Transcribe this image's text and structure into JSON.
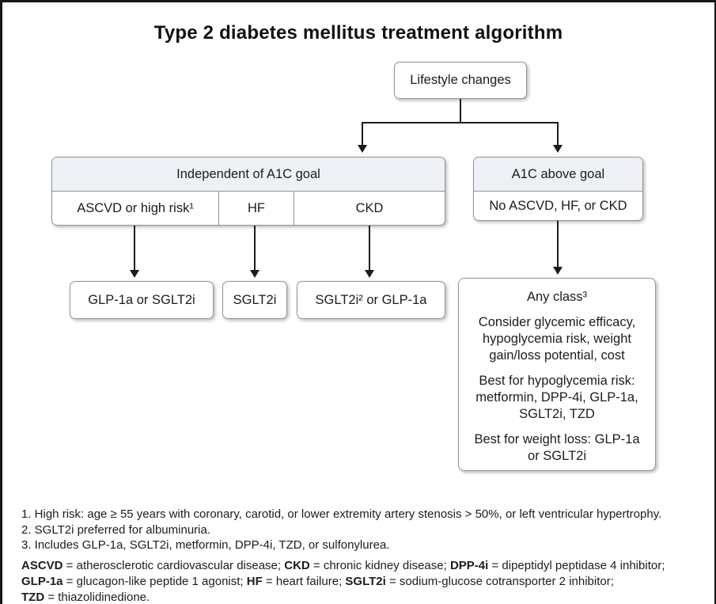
{
  "title": "Type 2 diabetes mellitus treatment algorithm",
  "flow": {
    "root_label": "Lifestyle changes",
    "independent": {
      "header": "Independent of A1C goal",
      "cells": [
        "ASCVD or high risk¹",
        "HF",
        "CKD"
      ],
      "treatments": [
        "GLP-1a or SGLT2i",
        "SGLT2i",
        "SGLT2i² or GLP-1a"
      ]
    },
    "above_goal": {
      "header": "A1C above goal",
      "cell": "No ASCVD, HF, or CKD",
      "any_class_title": "Any class³",
      "paragraphs": [
        "Consider glycemic efficacy, hypoglycemia risk, weight gain/loss potential, cost",
        "Best for hypoglycemia risk: metformin, DPP-4i, GLP-1a, SGLT2i, TZD",
        "Best for weight loss: GLP-1a or SGLT2i"
      ]
    }
  },
  "footnotes": [
    "1. High risk: age ≥ 55 years with coronary, carotid, or lower extremity artery stenosis > 50%, or left ventricular hypertrophy.",
    "2. SGLT2i preferred for albuminuria.",
    "3. Includes GLP-1a, SGLT2i, metformin, DPP-4i, TZD, or sulfonylurea."
  ],
  "abbreviations": {
    "lines": [
      [
        {
          "term": "ASCVD",
          "def": " = atherosclerotic cardiovascular disease; "
        },
        {
          "term": "CKD",
          "def": " = chronic kidney disease; "
        },
        {
          "term": "DPP-4i",
          "def": " = dipeptidyl peptidase 4 inhibitor;"
        }
      ],
      [
        {
          "term": "GLP-1a",
          "def": " = glucagon-like peptide 1 agonist; "
        },
        {
          "term": "HF",
          "def": " = heart failure; "
        },
        {
          "term": "SGLT2i",
          "def": " = sodium-glucose cotransporter 2 inhibitor;"
        }
      ],
      [
        {
          "term": "TZD",
          "def": " = thiazolidinedione."
        }
      ]
    ]
  },
  "colors": {
    "header_bg": "#edf1f5",
    "box_border": "#949494",
    "line": "#1c1c1c",
    "page_border": "#161616",
    "text": "#1c1c1c"
  }
}
